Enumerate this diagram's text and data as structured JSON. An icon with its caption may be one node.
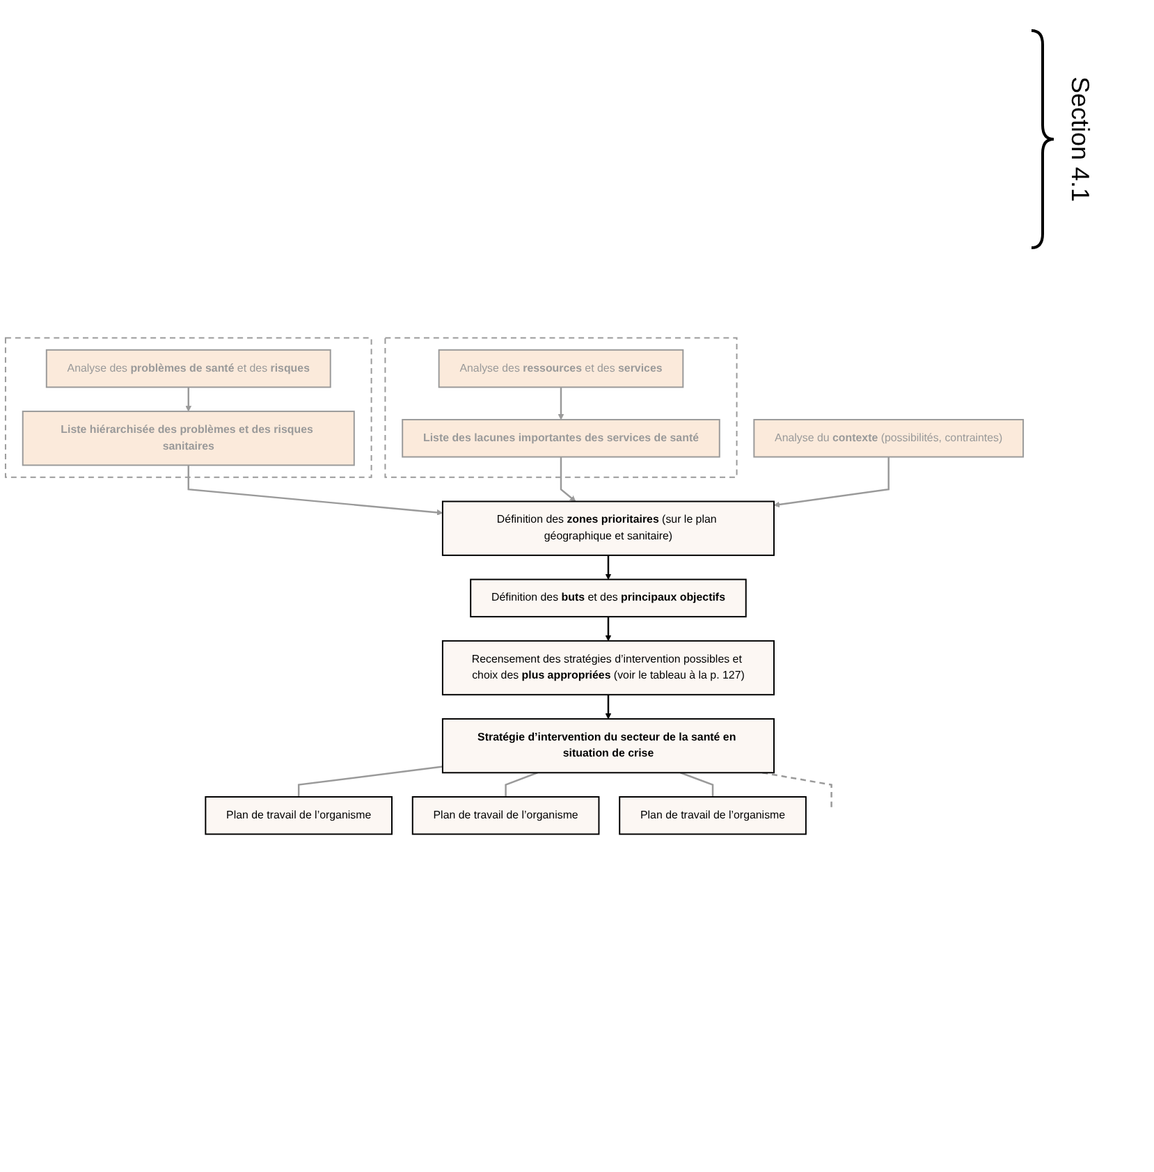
{
  "diagram": {
    "nodes": [
      {
        "text": [],
        "shape": "box"
      },
      {
        "text": [
          "Analyse des **problèmes de santé** et des **risques**"
        ],
        "in": 0
      },
      {
        "text": [
          "Liste hiérarchisée des problèmes et des risques sanitaires"
        ],
        "in": 0
      },
      {
        "text": [],
        "shape": "box"
      },
      {
        "text": [
          "Analyse des **ressources** et des **services**"
        ],
        "in": 3
      },
      {
        "text": [
          "Liste des lacunes importantes des services de santé"
        ],
        "in": 3
      },
      {
        "text": [
          "Analyse du **contexte** (possibilités, contraintes)"
        ]
      },
      {
        "text": [
          "Définition des **zones prioritaires** (sur le plan géographique et sanitaire)"
        ]
      },
      {
        "text": [
          "Définition des **buts** et des **principaux objectifs**"
        ]
      },
      {
        "text": [
          "Recensement des stratégies d’intervention possibles et choix des **plus appropriées** (voir le tableau à la p. 127)"
        ]
      },
      {
        "text": [
          "Stratégie d’intervention du secteur de la santé en situation de crise"
        ]
      },
      {
        "text": [
          "Plan de travail de l’organisme"
        ]
      },
      {
        "text": [
          "Plan de travail de l’organisme"
        ]
      },
      {
        "text": [
          "Plan de travail de l’organisme"
        ]
      }
    ],
    "edges": [
      {
        "from": 1,
        "to": 2,
        "arrow": "to"
      },
      {
        "from": 4,
        "to": 5,
        "arrow": "to"
      },
      {
        "from": 2,
        "to": 7,
        "arrow": "to"
      },
      {
        "from": 5,
        "to": 7,
        "arrow": "to"
      },
      {
        "from": 6,
        "to": 7,
        "arrow": "to"
      },
      {
        "from": 7,
        "to": 8,
        "arrow": "to",
        "color": "#000000"
      },
      {
        "from": 8,
        "to": 9,
        "arrow": "to",
        "color": "#000000"
      },
      {
        "from": 9,
        "to": 10,
        "arrow": "to",
        "color": "#000000"
      },
      {
        "from": 10,
        "to": 11,
        "arrow": "none"
      },
      {
        "from": 10,
        "to": 12,
        "arrow": "none"
      },
      {
        "from": 10,
        "to": 13,
        "arrow": "none"
      },
      {
        "from": 10,
        "to": null,
        "arrow": "none",
        "style": "dashed"
      }
    ],
    "labels": [
      "Section 4.1"
    ]
  }
}
